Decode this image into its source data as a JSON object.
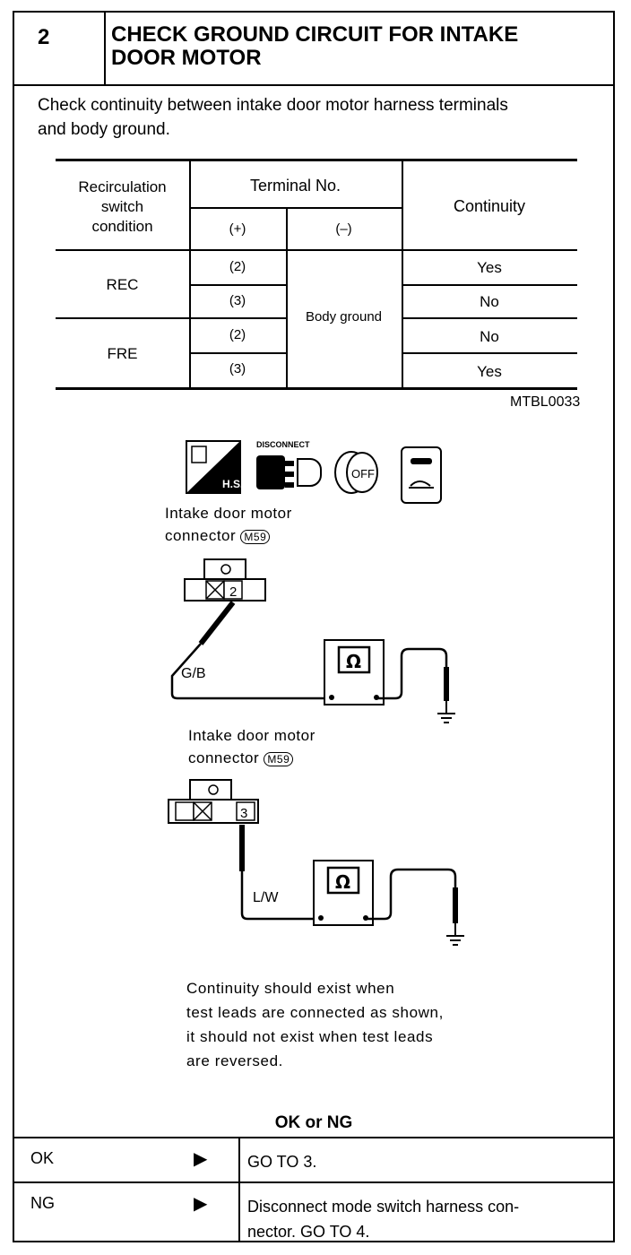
{
  "step": {
    "number": "2",
    "title_line1": "CHECK GROUND CIRCUIT FOR INTAKE",
    "title_line2": "DOOR MOTOR"
  },
  "intro": {
    "line1": "Check continuity between intake door motor harness terminals",
    "line2": "and body ground."
  },
  "table": {
    "headers": {
      "condition_line1": "Recirculation",
      "condition_line2": "switch",
      "condition_line3": "condition",
      "terminal": "Terminal No.",
      "plus": "(+)",
      "minus": "(–)",
      "continuity": "Continuity"
    },
    "groups": [
      {
        "condition": "REC",
        "rows": [
          {
            "plus": "(2)",
            "continuity": "Yes"
          },
          {
            "plus": "(3)",
            "continuity": "No"
          }
        ]
      },
      {
        "condition": "FRE",
        "rows": [
          {
            "plus": "(2)",
            "continuity": "No"
          },
          {
            "plus": "(3)",
            "continuity": "Yes"
          }
        ]
      }
    ],
    "minus_value": "Body ground",
    "ref_code": "MTBL0033"
  },
  "icons": {
    "hs_label": "H.S.",
    "disconnect_label": "DISCONNECT",
    "off_label": "OFF"
  },
  "diagram1": {
    "label_line1": "Intake door motor",
    "label_line2": "connector",
    "connector_code": "M59",
    "terminal": "2",
    "wire": "G/B",
    "meter_symbol": "Ω"
  },
  "diagram2": {
    "label_line1": "Intake door motor",
    "label_line2": "connector",
    "connector_code": "M59",
    "terminal": "3",
    "wire": "L/W",
    "meter_symbol": "Ω"
  },
  "note": {
    "line1": "Continuity should exist when",
    "line2": "test leads are connected as shown,",
    "line3": "it should not exist when test leads",
    "line4": "are reversed."
  },
  "result": {
    "heading": "OK or NG",
    "rows": [
      {
        "condition": "OK",
        "arrow": "▶",
        "action": "GO TO 3."
      },
      {
        "condition": "NG",
        "arrow": "▶",
        "action_line1": "Disconnect mode switch harness con-",
        "action_line2": "nector. GO TO 4."
      }
    ]
  }
}
